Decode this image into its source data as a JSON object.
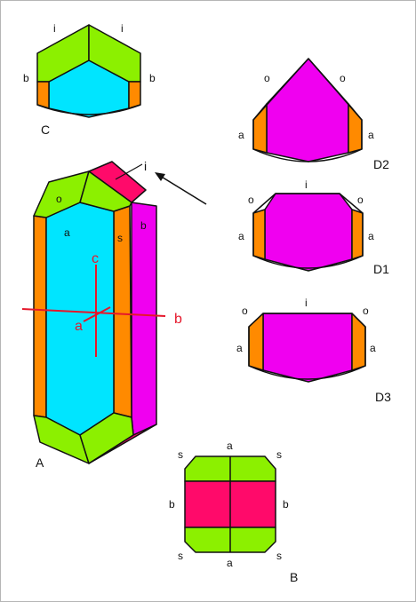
{
  "colors": {
    "green": "#8cf000",
    "cyan": "#00e5ff",
    "orange": "#ff8a00",
    "magenta": "#f000f0",
    "crimson": "#ff0a6a",
    "axis_red": "#e5172b",
    "outline": "#111111",
    "frame": "#b5b5b5"
  },
  "figures": {
    "A": {
      "caption": "A",
      "face_labels": {
        "o": "o",
        "a": "a",
        "s": "s",
        "b": "b",
        "i": "i"
      },
      "axes": {
        "c": "c",
        "a": "a",
        "b": "b"
      }
    },
    "B": {
      "caption": "B",
      "labels": {
        "a_top": "a",
        "a_bottom": "a",
        "b_left": "b",
        "b_right": "b",
        "s_tl": "s",
        "s_tr": "s",
        "s_bl": "s",
        "s_br": "s"
      }
    },
    "C": {
      "caption": "C",
      "labels": {
        "i_left": "i",
        "i_right": "i",
        "b_left": "b",
        "b_right": "b"
      }
    },
    "D2": {
      "caption": "D2",
      "labels": {
        "o_left": "o",
        "o_right": "o",
        "a_left": "a",
        "a_right": "a"
      }
    },
    "D1": {
      "caption": "D1",
      "labels": {
        "i": "i",
        "o_left": "o",
        "o_right": "o",
        "a_left": "a",
        "a_right": "a"
      }
    },
    "D3": {
      "caption": "D3",
      "labels": {
        "i": "i",
        "o_left": "o",
        "o_right": "o",
        "a_left": "a",
        "a_right": "a"
      }
    }
  }
}
